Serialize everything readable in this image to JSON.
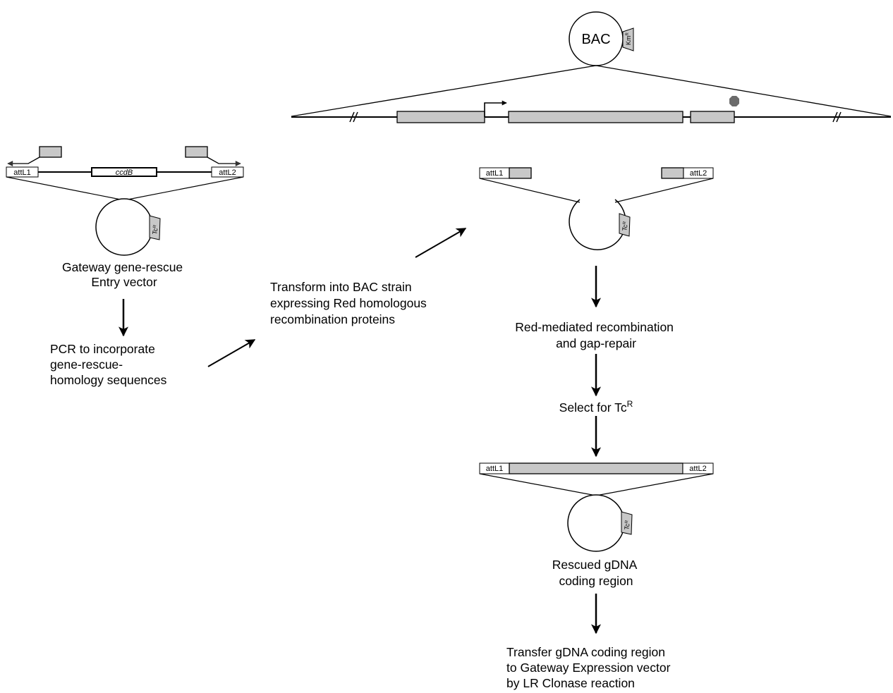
{
  "colors": {
    "gray_box": "#c8c8c8",
    "stop_marker": "#6b6b6b",
    "line": "#000000"
  },
  "bac": {
    "label": "BAC",
    "marker_main": "Km",
    "marker_sup": "R"
  },
  "entry_vector": {
    "att_left": "attL1",
    "att_right": "attL2",
    "ccdb": "ccdB",
    "marker_main": "Tc",
    "marker_sup": "R",
    "caption_line1": "Gateway gene-rescue",
    "caption_line2": "Entry vector"
  },
  "pcr_step": {
    "line1": "PCR to incorporate",
    "line2": "gene-rescue-",
    "line3": "homology sequences"
  },
  "transform_step": {
    "line1": "Transform into BAC strain",
    "line2": "expressing Red homologous",
    "line3": "recombination proteins"
  },
  "gap_vector": {
    "att_left": "attL1",
    "att_right": "attL2",
    "marker_main": "Tc",
    "marker_sup": "R"
  },
  "recombination_step": {
    "line1": "Red-mediated recombination",
    "line2": "and gap-repair"
  },
  "select_step": {
    "main": "Select for Tc",
    "sup": "R"
  },
  "rescued_vector": {
    "att_left": "attL1",
    "att_right": "attL2",
    "marker_main": "Tc",
    "marker_sup": "R",
    "caption_line1": "Rescued gDNA",
    "caption_line2": "coding region"
  },
  "transfer_step": {
    "line1": "Transfer gDNA coding region",
    "line2": "to Gateway Expression vector",
    "line3": "by LR Clonase reaction"
  }
}
